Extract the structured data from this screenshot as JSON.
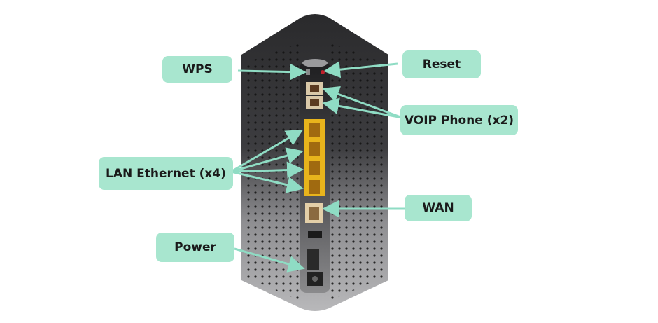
{
  "diagram": {
    "subject": "Router rear panel",
    "labels": {
      "wps": "WPS",
      "reset": "Reset",
      "voip": "VOIP Phone (x2)",
      "lan": "LAN Ethernet (x4)",
      "wan": "WAN",
      "power": "Power"
    },
    "colors": {
      "label_bg": "#a8e6cf",
      "arrow": "#8fdcc4",
      "body_dark": "#2e2e30",
      "body_light": "#a9a9ab",
      "lan_port": "#e8b41c",
      "phone_port": "#d9c8a8"
    }
  }
}
